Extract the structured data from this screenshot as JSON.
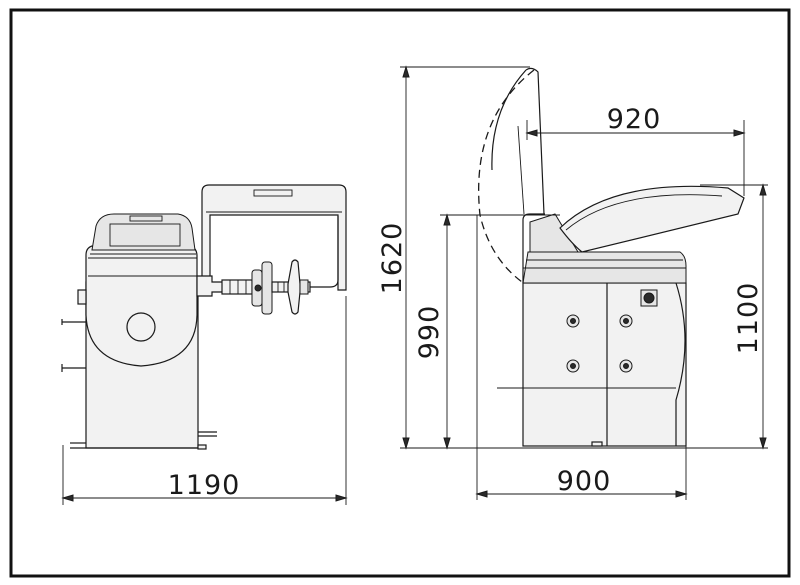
{
  "dimensions": {
    "front_width": "1190",
    "side_depth": "900",
    "hood_reach": "920",
    "total_height_hood_open": "1620",
    "body_height": "990",
    "height_hood_closed": "1100"
  }
}
